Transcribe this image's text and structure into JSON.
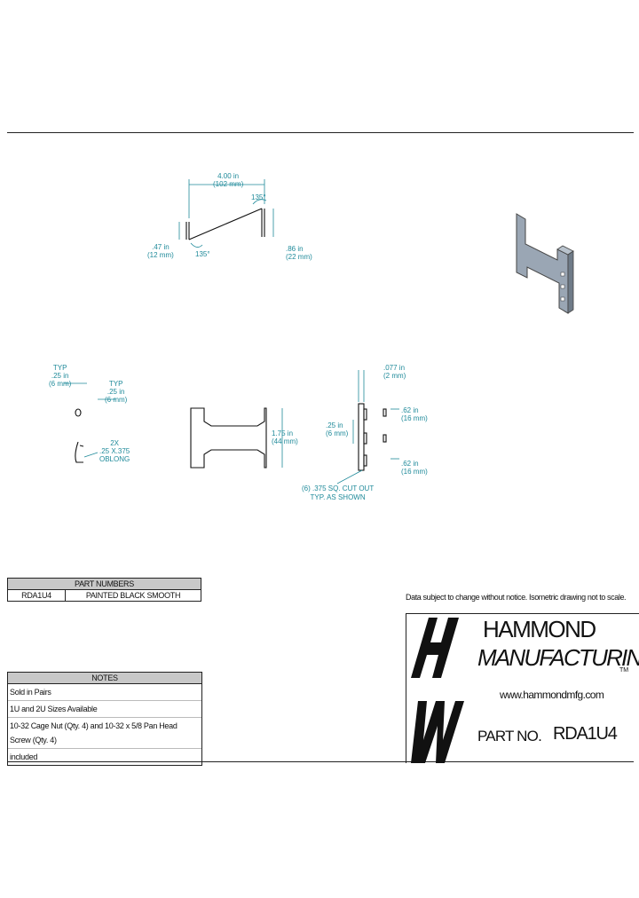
{
  "drawing": {
    "top_view": {
      "width_dim": "4.00 in\n(102 mm)",
      "angle_top": "135°",
      "height_left": ".47 in\n(12 mm)",
      "angle_bottom": "135°",
      "height_right": ".86 in\n(22 mm)"
    },
    "hole_detail": {
      "typ_left": "TYP\n.25 in\n(6 mm)",
      "typ_right": "TYP\n.25 in\n(6 mm)",
      "hole_spec": "2X\n.25 X.375\nOBLONG"
    },
    "front_view": {
      "height_dim": "1.75 in\n(44 mm)"
    },
    "side_view": {
      "thickness_dim": ".077 in\n(2 mm)",
      "top_offset": ".62 in\n(16 mm)",
      "pitch": ".25 in\n(6 mm)",
      "bottom_offset": ".62 in\n(16 mm)",
      "square_holes": "(6) .375 SQ. CUT OUT\nTYP. AS SHOWN"
    }
  },
  "part_numbers": {
    "header": "PART NUMBERS",
    "rows": [
      {
        "part": "RDA1U4",
        "finish": "PAINTED BLACK SMOOTH"
      }
    ]
  },
  "notes": {
    "header": "NOTES",
    "lines": [
      "Sold in Pairs",
      "1U and 2U Sizes Available",
      "10-32 Cage Nut (Qty. 4) and 10-32 x 5/8 Pan Head Screw (Qty. 4)",
      "included"
    ]
  },
  "title_block": {
    "disclaimer": "Data subject to change without notice. Isometric drawing not to scale.",
    "company_line1": "HAMMOND",
    "company_line2": "MANUFACTURING",
    "trademark": "TM",
    "url": "www.hammondmfg.com",
    "part_label": "PART NO.",
    "part_number": "RDA1U4"
  },
  "colors": {
    "dimension": "#1f8a9a",
    "isometric_fill": "#9aa6b4",
    "header_fill": "#c8c8c8"
  }
}
